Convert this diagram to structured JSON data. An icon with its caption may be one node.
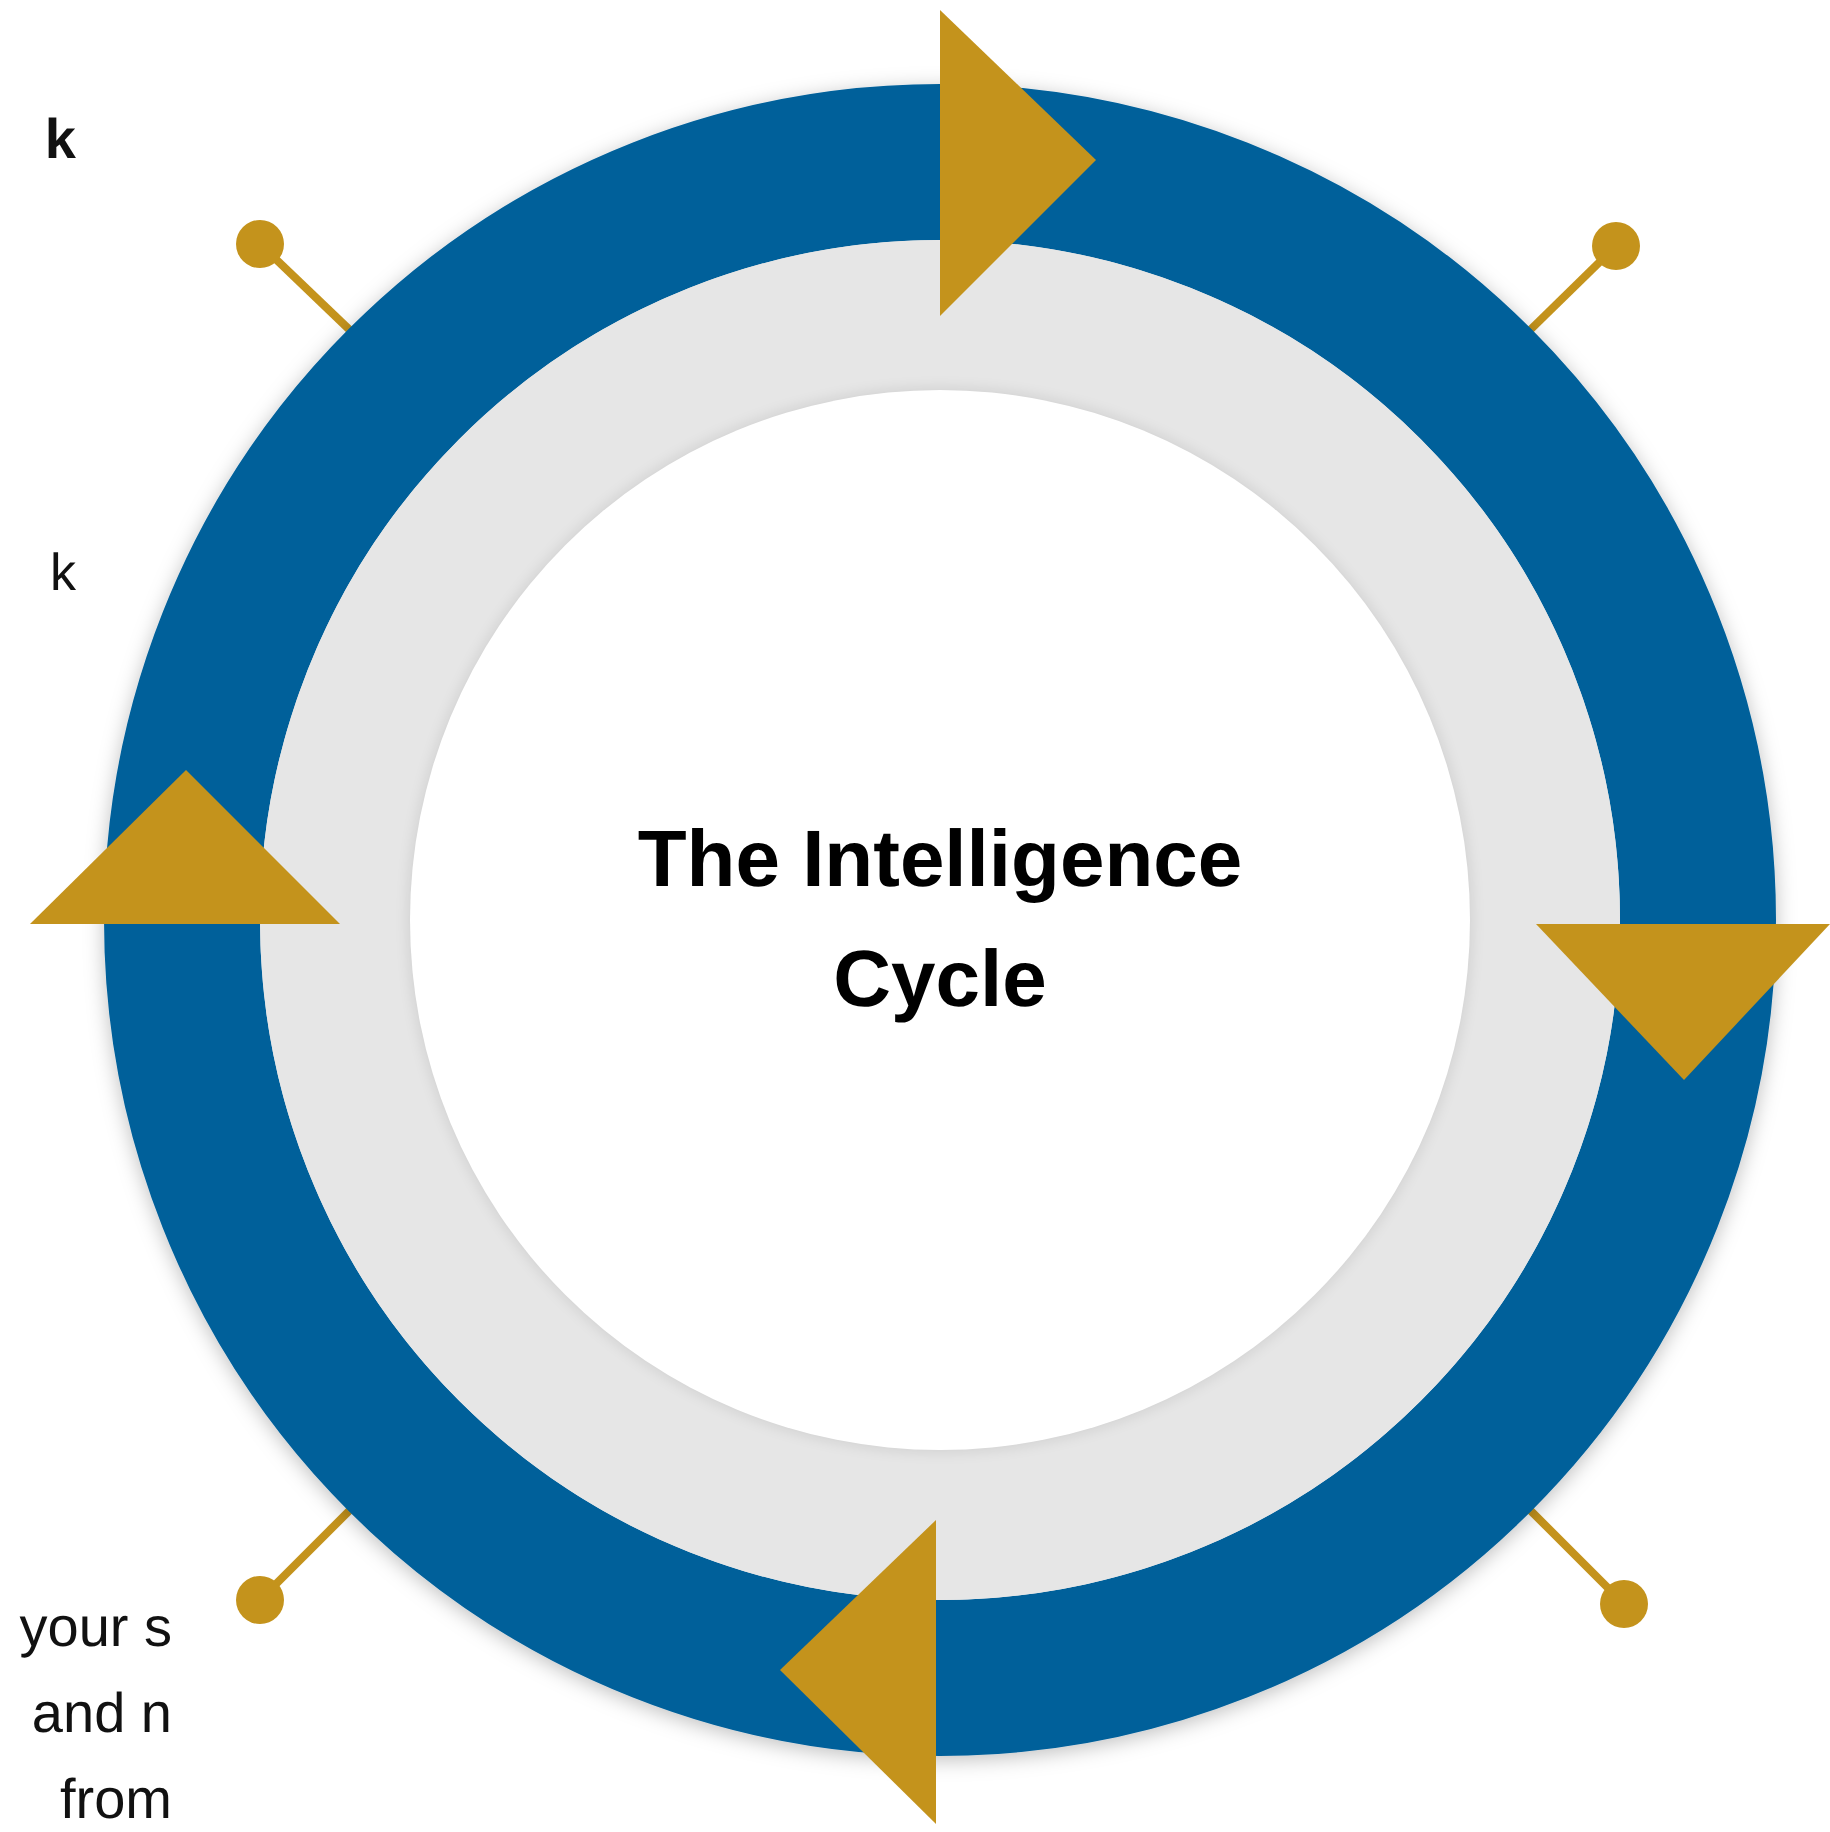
{
  "diagram": {
    "nodes": [
      {
        "text": [
          "The Intelligence Cycle"
        ]
      }
    ],
    "labels": [
      "k",
      "k",
      "your s and n from"
    ]
  }
}
